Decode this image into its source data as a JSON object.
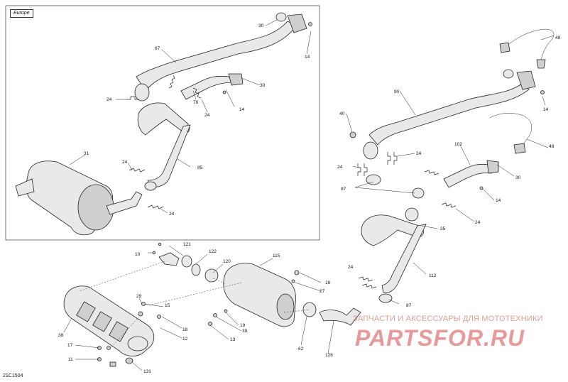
{
  "region_tag": "Europe",
  "diagram_code": "21C1504",
  "watermark": {
    "text": "ЗАПЧАСТИ И АКСЕССУАРЫ ДЛЯ МОТОТЕХНИКИ",
    "logo": "PARTSFOR.RU",
    "color": "#d24848"
  },
  "callouts": [
    "30",
    "67",
    "14",
    "24",
    "76",
    "85",
    "31",
    "48",
    "90",
    "40",
    "102",
    "87",
    "35",
    "112",
    "121",
    "10",
    "122",
    "120",
    "115",
    "16",
    "27",
    "29",
    "15",
    "18",
    "12",
    "38",
    "17",
    "11",
    "131",
    "19",
    "39",
    "13",
    "62",
    "126",
    "87"
  ]
}
